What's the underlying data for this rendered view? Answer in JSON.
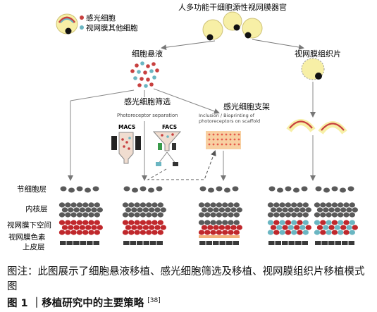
{
  "diagram": {
    "organoid_title": "人多功能干细胞源性视网膜器官",
    "legend": [
      {
        "label": "感光细胞",
        "color": "#c8403f"
      },
      {
        "label": "视网膜其他细胞",
        "color": "#6bb6c2"
      }
    ],
    "suspension_label": "细胞悬液",
    "sheet_label": "视网膜组织片",
    "screening_label": "感光细胞筛选",
    "separation_label": "Photoreceptor separation",
    "macs_label": "MACS",
    "facs_label": "FACS",
    "scaffold_label": "感光细胞支架",
    "inclusion_label_1": "Inclusion / Bioprinting of",
    "inclusion_label_2": "photoreceptors on scaffold",
    "layer_labels": [
      "节细胞层",
      "内核层",
      "视网膜下空间",
      "视网膜色素",
      "上皮层"
    ]
  },
  "caption": "图注：此图展示了细胞悬液移植、感光细胞筛选及移植、视网膜组织片移植模式图",
  "figure_title": {
    "number": "图 1",
    "sep": "｜",
    "text": "移植研究中的主要策略",
    "ref": "[38]"
  }
}
